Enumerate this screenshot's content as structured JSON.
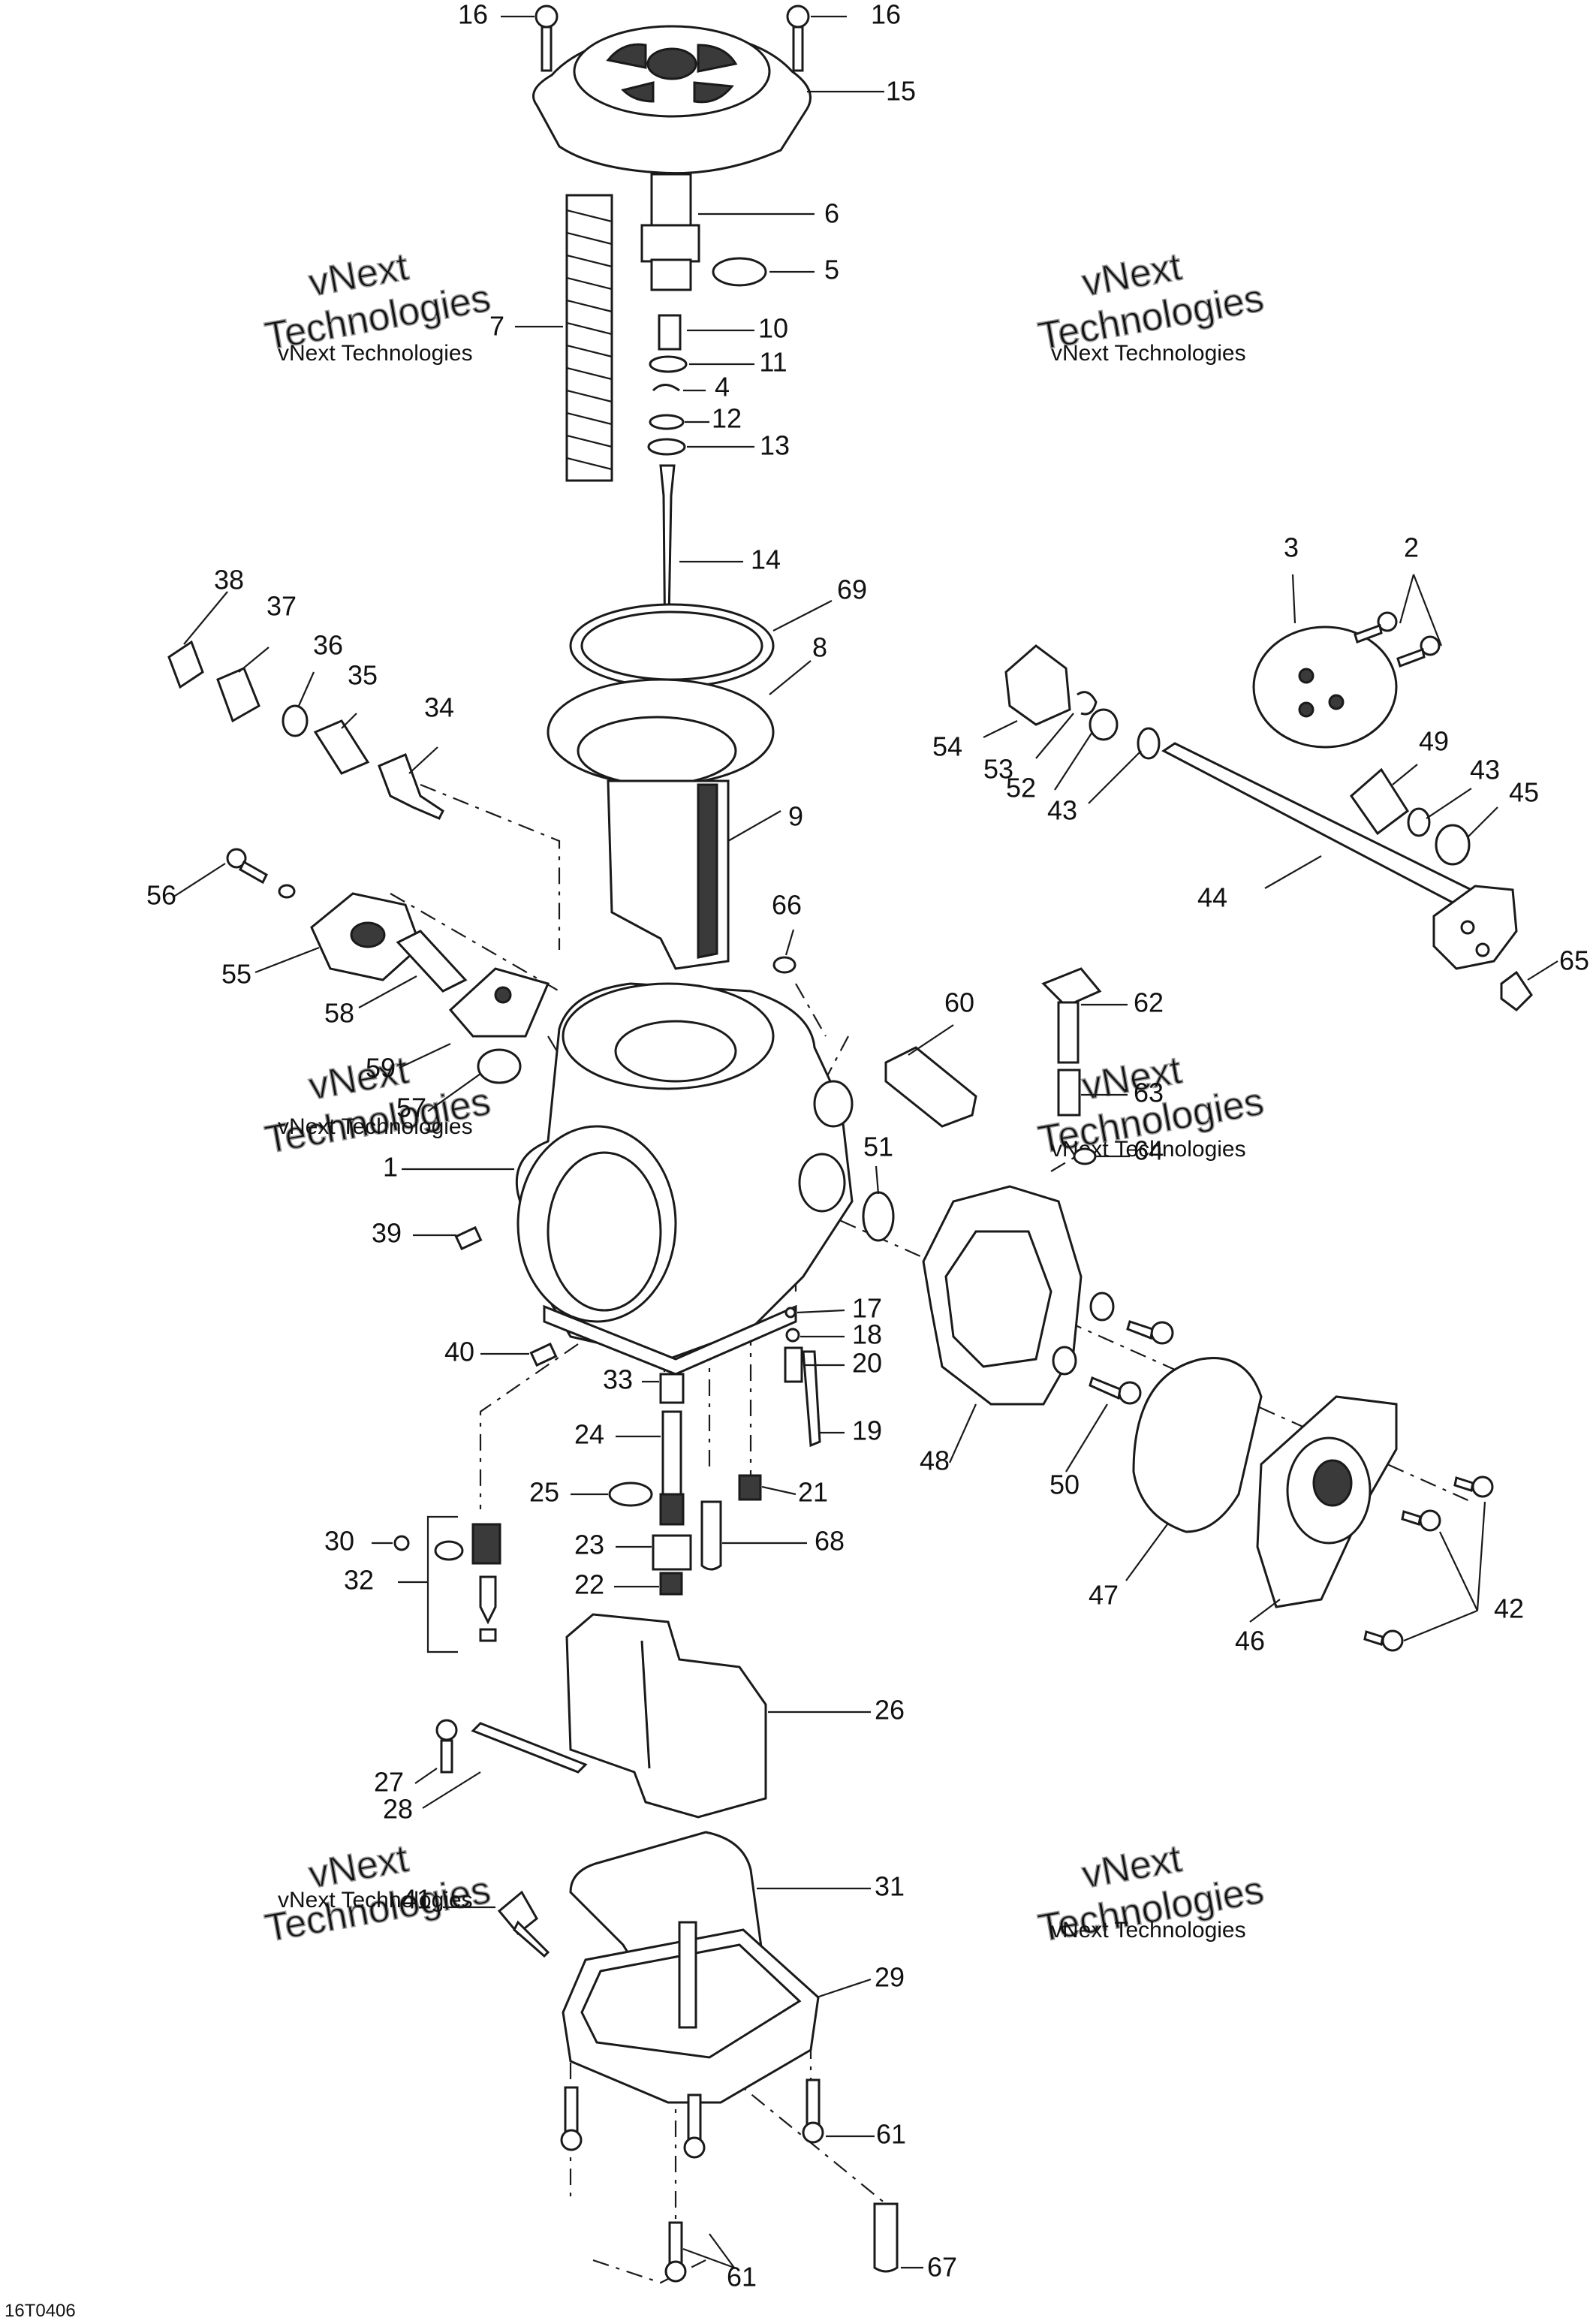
{
  "drawing_code": "16T0406",
  "watermark": {
    "line1": "vNext Technologies",
    "line2": "Technologies",
    "line3": "vNext"
  },
  "callouts": [
    "16",
    "16",
    "15",
    "6",
    "5",
    "7",
    "10",
    "11",
    "4",
    "12",
    "13",
    "14",
    "69",
    "8",
    "9",
    "66",
    "38",
    "37",
    "36",
    "35",
    "34",
    "56",
    "55",
    "58",
    "59",
    "57",
    "1",
    "39",
    "40",
    "60",
    "62",
    "63",
    "64",
    "51",
    "17",
    "18",
    "20",
    "19",
    "33",
    "24",
    "21",
    "25",
    "68",
    "23",
    "22",
    "30",
    "32",
    "48",
    "50",
    "47",
    "46",
    "42",
    "26",
    "27",
    "28",
    "41",
    "31",
    "29",
    "61",
    "61",
    "67",
    "3",
    "2",
    "54",
    "53",
    "52",
    "43",
    "49",
    "43",
    "45",
    "44",
    "65"
  ]
}
